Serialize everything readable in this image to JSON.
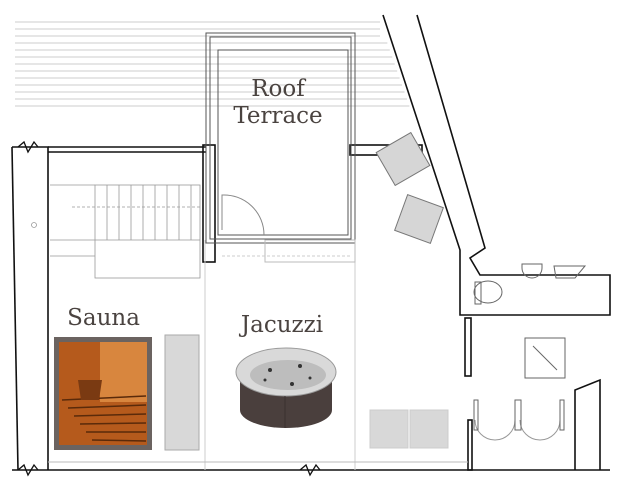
{
  "rooms": {
    "roof_terrace": {
      "line1": "Roof",
      "line2": "Terrace"
    },
    "sauna": "Sauna",
    "jacuzzi": "Jacuzzi"
  },
  "colors": {
    "wall": "#111111",
    "furniture": "#d6d6d6",
    "frame": "#6b6360",
    "wood": "#b55a1c",
    "tub_shell": "#d9d9d9",
    "tub_skirt": "#4a3f3d"
  }
}
